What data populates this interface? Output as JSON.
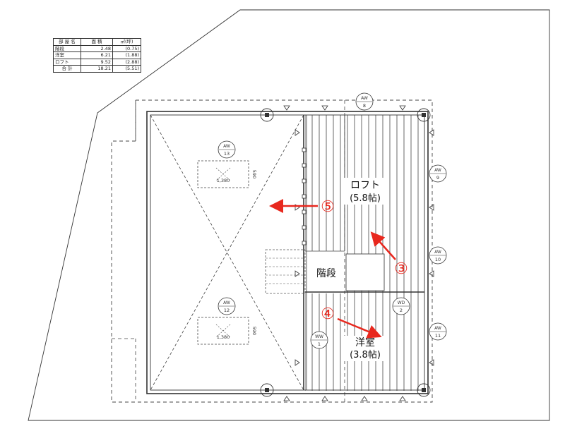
{
  "area_table": {
    "header": {
      "room": "部 屋 名",
      "area": "面 積",
      "unit": "㎡(坪)"
    },
    "rows": [
      {
        "room": "階段",
        "area": "2.48",
        "tsubo": "(0.75)"
      },
      {
        "room": "洋室",
        "area": "6.21",
        "tsubo": "(1.88)"
      },
      {
        "room": "ロフト",
        "area": "9.52",
        "tsubo": "(2.88)"
      },
      {
        "room": "合 計",
        "area": "18.21",
        "tsubo": "(5.51)"
      }
    ]
  },
  "rooms": {
    "loft": {
      "name": "ロフト",
      "size": "(5.8帖)"
    },
    "western_room": {
      "name": "洋室",
      "size": "(3.8帖)"
    },
    "stairs": {
      "name": "階段"
    }
  },
  "windows": {
    "aw13": {
      "type": "AW",
      "num": "13"
    },
    "aw12": {
      "type": "AW",
      "num": "12"
    },
    "aw8": {
      "type": "AW",
      "num": "8"
    },
    "aw9": {
      "type": "AW",
      "num": "9"
    },
    "aw10": {
      "type": "AW",
      "num": "10"
    },
    "aw11": {
      "type": "AW",
      "num": "11"
    },
    "wd2": {
      "type": "WD",
      "num": "2"
    },
    "ww1": {
      "type": "WW",
      "num": "1"
    }
  },
  "skylights": {
    "top": {
      "width": "1,380",
      "height": "590"
    },
    "bottom": {
      "width": "1,380",
      "height": "590"
    }
  },
  "annotations": {
    "n3": "③",
    "n4": "④",
    "n5": "⑤"
  },
  "colors": {
    "line": "#333333",
    "annotation": "#e8281e"
  }
}
